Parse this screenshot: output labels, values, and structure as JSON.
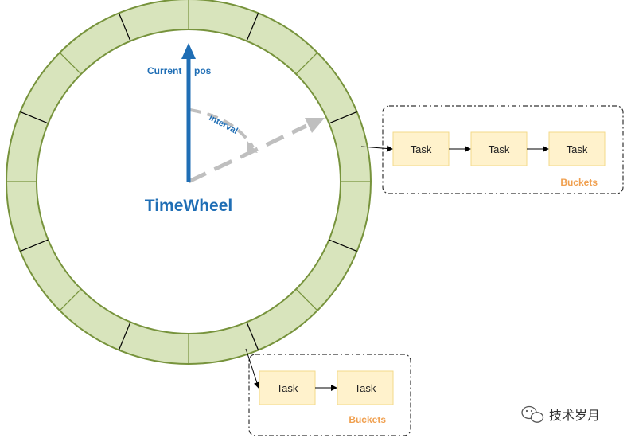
{
  "wheel": {
    "title": "TimeWheel",
    "current_label": "Current",
    "pos_label": "pos",
    "interval_label": "interval",
    "slot_count": 16,
    "colors": {
      "ring_fill": "#d8e4bc",
      "ring_stroke": "#77933c",
      "hand": "#1f6eb5",
      "interval_arrow": "#bfbfbf"
    }
  },
  "bucket_upper": {
    "tasks": [
      "Task",
      "Task",
      "Task"
    ],
    "label": "Buckets"
  },
  "bucket_lower": {
    "tasks": [
      "Task",
      "Task"
    ],
    "label": "Buckets"
  },
  "task_colors": {
    "fill": "#fff2cc",
    "stroke": "#f3d98a"
  },
  "watermark": {
    "text": "技术岁月",
    "icon": "wechat-icon"
  }
}
